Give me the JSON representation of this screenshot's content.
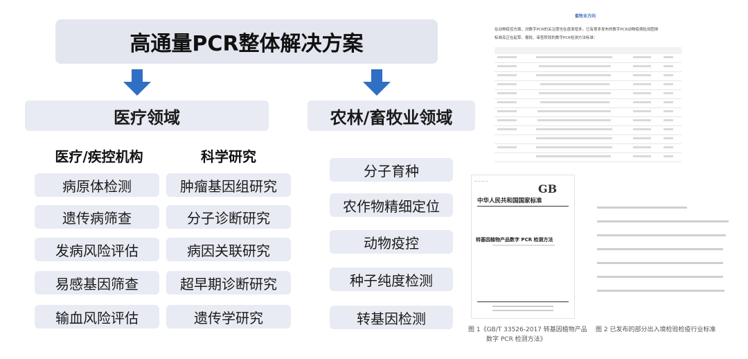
{
  "title": "高通量PCR整体解决方案",
  "medical": {
    "label": "医疗领域",
    "institutions": {
      "heading": "医疗/疾控机构",
      "items": [
        "病原体检测",
        "遗传病筛查",
        "发病风险评估",
        "易感基因筛查",
        "输血风险评估"
      ]
    },
    "research": {
      "heading": "科学研究",
      "items": [
        "肿瘤基因组研究",
        "分子诊断研究",
        "病因关联研究",
        "超早期诊断研究",
        "遗传学研究"
      ]
    }
  },
  "agri": {
    "label": "农林/畜牧业领域",
    "items": [
      "分子育种",
      "农作物精细定位",
      "动物疫控",
      "种子纯度检测",
      "转基因检测"
    ]
  },
  "doc_top": {
    "heading": "畜牧业方向",
    "intro": [
      "在动物疫控方面，对数字PCR的关注度也在逐渐增多，已有很多发布的数字PCR动物疫病检测团体",
      "标准及正在起草、报批、审查阶段的数字PCR检测方法标准："
    ]
  },
  "doc_gb": {
    "logo": "GB",
    "org": "中华人民共和国国家标准",
    "title": "转基因植物产品数字 PCR 检测方法"
  },
  "captions": {
    "fig1_line1": "图 1《GB/T 33526-2017  转基因植物产品",
    "fig1_line2": "数字 PCR 检测方法》",
    "fig2": "图 2 已发布的部分出入境检验检疫行业标准"
  },
  "colors": {
    "arrow": "#2f6fc4",
    "box": "#e8ebf3",
    "doc_heading": "#3d6fb6"
  }
}
